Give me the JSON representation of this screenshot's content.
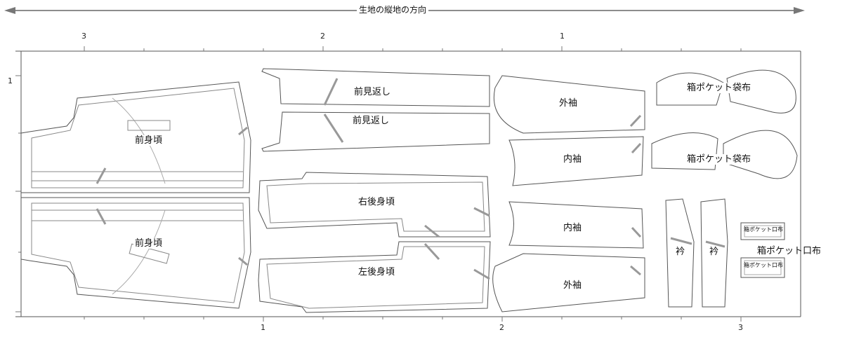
{
  "grain_label": "生地の縦地の方向",
  "ruler_top": [
    "3",
    "2",
    "1"
  ],
  "ruler_bottom": [
    "1",
    "2",
    "3"
  ],
  "ruler_left": [
    "1"
  ],
  "pieces": {
    "front_body_1": "前身頃",
    "front_body_2": "前身頃",
    "front_facing_1": "前見返し",
    "front_facing_2": "前見返し",
    "right_back_body": "右後身頃",
    "left_back_body": "左後身頃",
    "outer_sleeve_1": "外袖",
    "inner_sleeve_1": "内袖",
    "inner_sleeve_2": "内袖",
    "outer_sleeve_2": "外袖",
    "pocket_bag_1": "箱ポケット袋布",
    "pocket_bag_2": "箱ポケット袋布",
    "collar_1": "衿",
    "collar_2": "衿",
    "welt_small_1": "箱ポケット口布",
    "welt_small_2": "箱ポケット口布",
    "welt_label": "箱ポケット口布"
  }
}
